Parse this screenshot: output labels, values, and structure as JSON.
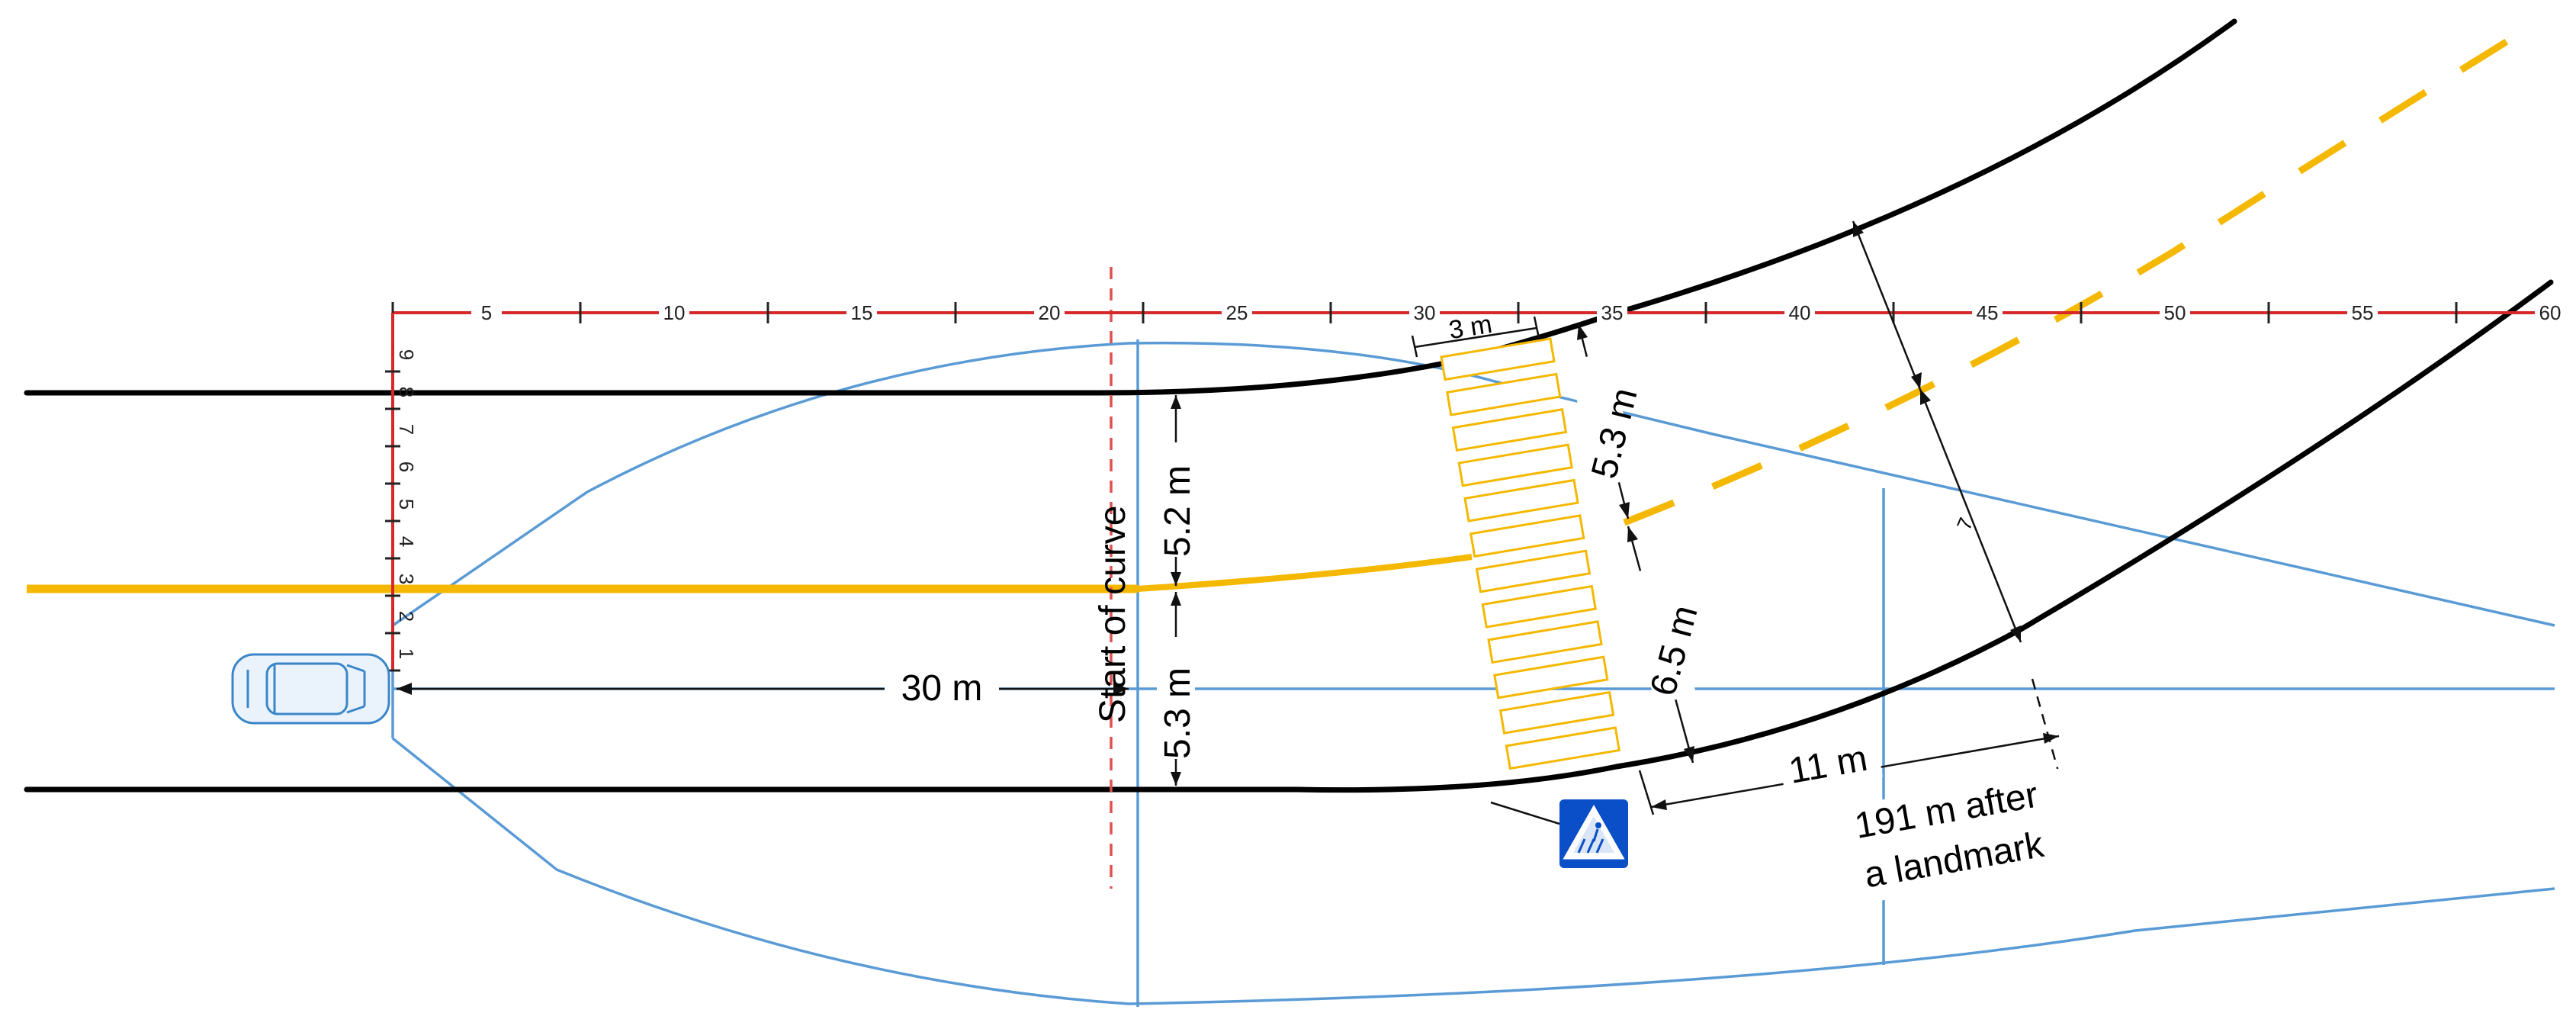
{
  "diagram": {
    "colors": {
      "road_edge": "#000000",
      "center_line": "#f5b800",
      "ruler": "#d62828",
      "view_cone": "#5a9bd5",
      "crosswalk": "#f5b800",
      "sign_background": "#0a4fc7"
    },
    "ruler": {
      "horizontal_ticks": [
        "5",
        "10",
        "15",
        "20",
        "25",
        "30",
        "35",
        "40",
        "45",
        "50",
        "55",
        "60"
      ],
      "vertical_ticks": [
        "9",
        "8",
        "7",
        "6",
        "5",
        "4",
        "3",
        "2",
        "1"
      ]
    },
    "labels": {
      "start_of_curve": "Start of curve",
      "distance_to_curve": "30 m",
      "left_lane_width": "5.2 m",
      "right_lane_width": "5.3 m",
      "crosswalk_width": "3 m",
      "left_lane_width_after_curve": "5.3 m",
      "right_lane_width_after_curve": "6.5 m",
      "crosswalk_to_landmark": "11 m",
      "landmark_line1": "191 m after",
      "landmark_line2": "a landmark",
      "curve_section_mark": "7"
    },
    "icons": {
      "vehicle": "car-top-view-icon",
      "pedestrian_crossing_sign": "pedestrian-crossing-sign-icon"
    }
  }
}
